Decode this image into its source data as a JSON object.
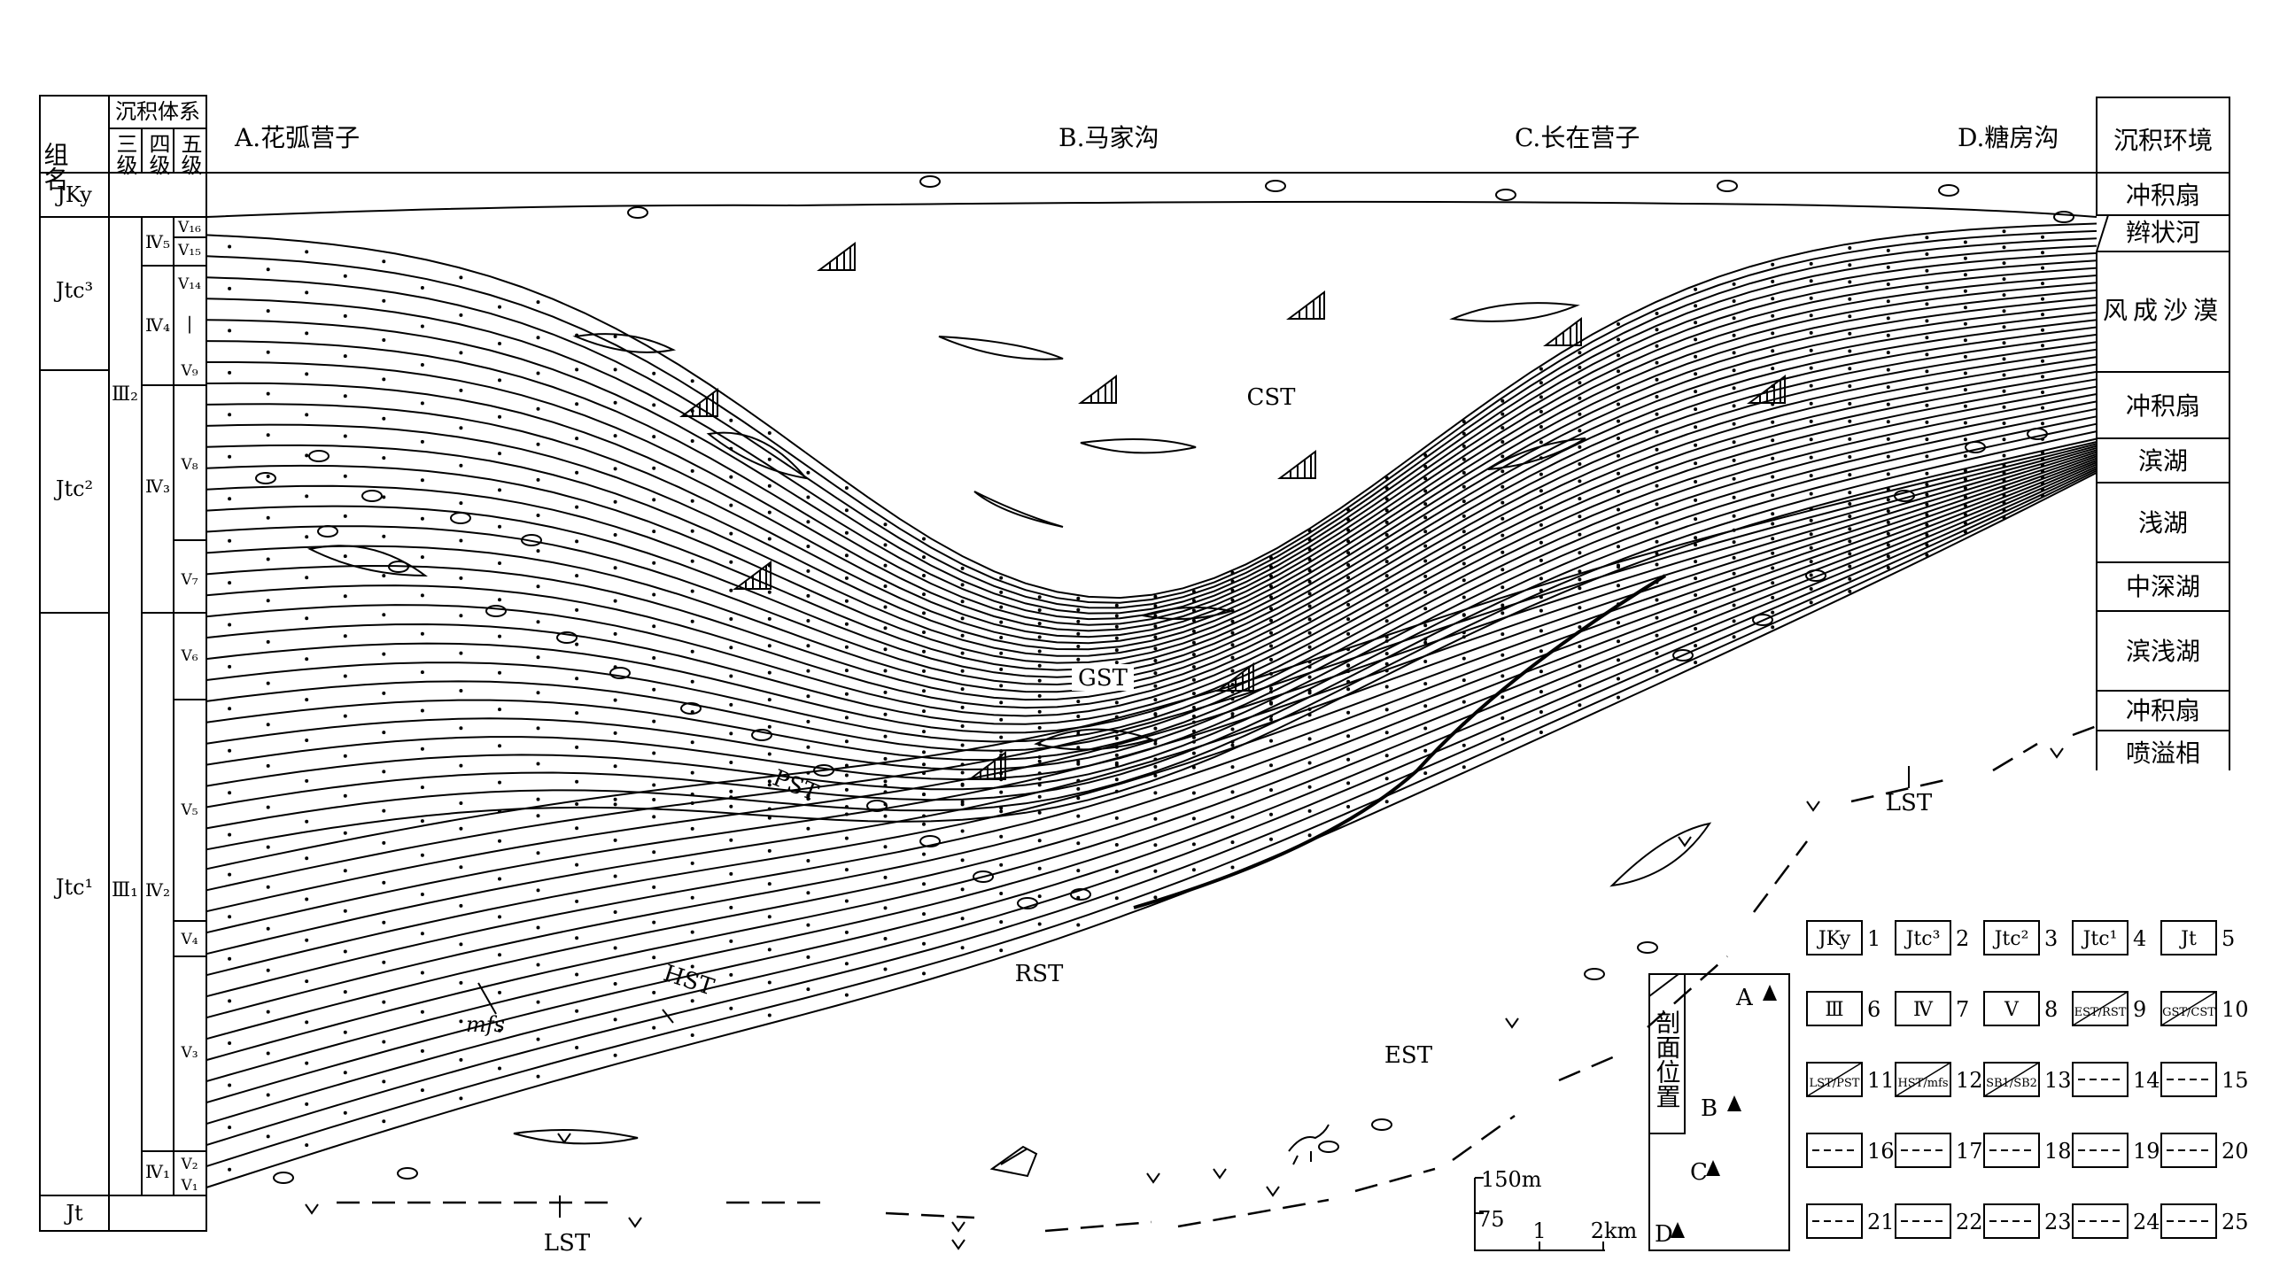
{
  "left_column": {
    "header_group": "组名",
    "header_system": "沉积体系",
    "header_levels": [
      "三级",
      "四级",
      "五级"
    ],
    "units": [
      "JKy",
      "Jtc³",
      "Jtc²",
      "Jtc¹",
      "Jt"
    ],
    "third_order": [
      "Ⅲ₂",
      "Ⅲ₁"
    ],
    "fourth_order": [
      "Ⅳ₅",
      "Ⅳ₄",
      "Ⅳ₃",
      "Ⅳ₂",
      "Ⅳ₁"
    ],
    "fifth_order": [
      "V₁₆",
      "V₁₅",
      "V₁₄",
      "|",
      "V₉",
      "V₈",
      "V₇",
      "V₆",
      "V₅",
      "V₄",
      "V₃",
      "V₂",
      "V₁"
    ]
  },
  "sections": [
    "A.花弧营子",
    "B.马家沟",
    "C.长在营子",
    "D.糖房沟"
  ],
  "right_column": {
    "header": "沉积环境",
    "environments": [
      "冲积扇",
      "辫状河",
      "风成沙漠",
      "冲积扇",
      "滨湖",
      "浅湖",
      "中深湖",
      "滨浅湖",
      "冲积扇",
      "喷溢相"
    ]
  },
  "tract_labels": [
    "CST",
    "GST",
    "PST",
    "RST",
    "HST",
    "mfs",
    "EST",
    "LST",
    "LST"
  ],
  "inset": {
    "title": "剖面位置",
    "points": [
      "A",
      "B",
      "C",
      "D"
    ]
  },
  "scale_bar": {
    "vertical": [
      "150m",
      "75"
    ],
    "horizontal": [
      "1",
      "2km"
    ]
  },
  "legend": [
    {
      "n": "1",
      "label": "JKy"
    },
    {
      "n": "2",
      "label": "Jtc³"
    },
    {
      "n": "3",
      "label": "Jtc²"
    },
    {
      "n": "4",
      "label": "Jtc¹"
    },
    {
      "n": "5",
      "label": "Jt"
    },
    {
      "n": "6",
      "label": "Ⅲ"
    },
    {
      "n": "7",
      "label": "Ⅳ"
    },
    {
      "n": "8",
      "label": "V"
    },
    {
      "n": "9",
      "label": "EST/RST"
    },
    {
      "n": "10",
      "label": "GST/CST"
    },
    {
      "n": "11",
      "label": "LST/PST"
    },
    {
      "n": "12",
      "label": "HST/mfs"
    },
    {
      "n": "13",
      "label": "SB1/SB2"
    },
    {
      "n": "14",
      "label": ""
    },
    {
      "n": "15",
      "label": ""
    },
    {
      "n": "16",
      "label": ""
    },
    {
      "n": "17",
      "label": ""
    },
    {
      "n": "18",
      "label": ""
    },
    {
      "n": "19",
      "label": ""
    },
    {
      "n": "20",
      "label": ""
    },
    {
      "n": "21",
      "label": ""
    },
    {
      "n": "22",
      "label": ""
    },
    {
      "n": "23",
      "label": ""
    },
    {
      "n": "24",
      "label": ""
    },
    {
      "n": "25",
      "label": ""
    }
  ]
}
